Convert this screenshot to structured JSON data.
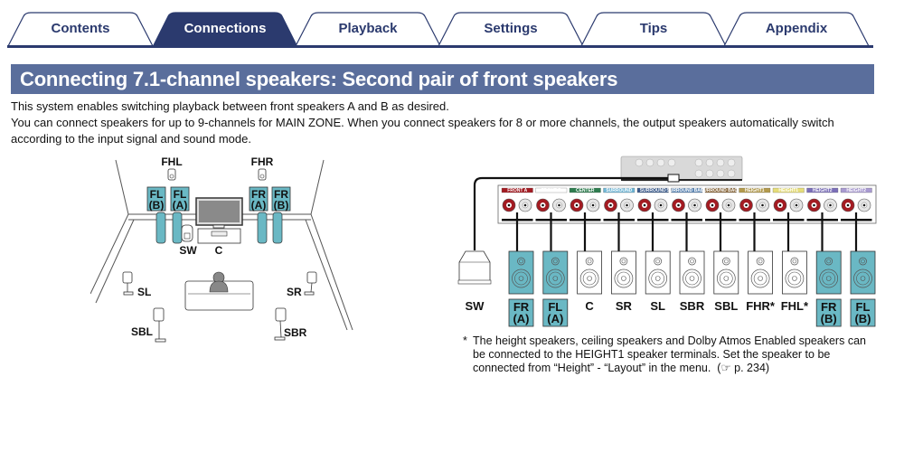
{
  "tabs": [
    {
      "label": "Contents",
      "active": false
    },
    {
      "label": "Connections",
      "active": true
    },
    {
      "label": "Playback",
      "active": false
    },
    {
      "label": "Settings",
      "active": false
    },
    {
      "label": "Tips",
      "active": false
    },
    {
      "label": "Appendix",
      "active": false
    }
  ],
  "page": {
    "title": "Connecting 7.1-channel speakers: Second pair of front speakers",
    "intro_1": "This system enables switching playback between front speakers A and B as desired.",
    "intro_2": "You can connect speakers for up to 9-channels for MAIN ZONE. When you connect speakers for 8 or more channels, the output speakers automatically switch according to the input signal and sound mode."
  },
  "colors": {
    "tab_active": "#2b3a6e",
    "title_bar": "#5a6e9c",
    "speaker_highlight": "#6ab8c4",
    "terminal_red": "#a31b22"
  },
  "room_diagram": {
    "labels": {
      "fhl": "FHL",
      "fhr": "FHR",
      "fl_b_1": "FL",
      "fl_b_2": "(B)",
      "fl_a_1": "FL",
      "fl_a_2": "(A)",
      "fr_a_1": "FR",
      "fr_a_2": "(A)",
      "fr_b_1": "FR",
      "fr_b_2": "(B)",
      "sw": "SW",
      "c": "C",
      "sl": "SL",
      "sr": "SR",
      "sbl": "SBL",
      "sbr": "SBR"
    }
  },
  "panel_diagram": {
    "terminal_groups": [
      {
        "label": "FRONT A",
        "color": "#a31b22"
      },
      {
        "label": "FRONT B",
        "color": "#ffffff"
      },
      {
        "label": "CENTER",
        "color": "#2e7d4f"
      },
      {
        "label": "SURROUND",
        "color": "#6fb6d6"
      },
      {
        "label": "SURROUND",
        "color": "#3a5a8c"
      },
      {
        "label": "SURROUND BACK",
        "color": "#5d87b5"
      },
      {
        "label": "SURROUND BACK",
        "color": "#8c6a3e"
      },
      {
        "label": "HEIGHT1",
        "color": "#b39a4d"
      },
      {
        "label": "HEIGHT1",
        "color": "#e6dd7a"
      },
      {
        "label": "HEIGHT2",
        "color": "#7b6fb8"
      },
      {
        "label": "HEIGHT2",
        "color": "#a99ad1"
      }
    ],
    "speakers": [
      {
        "label": "SW",
        "type": "subwoofer",
        "highlight": false
      },
      {
        "label_1": "FR",
        "label_2": "(A)",
        "highlight": true
      },
      {
        "label_1": "FL",
        "label_2": "(A)",
        "highlight": true
      },
      {
        "label": "C",
        "highlight": false
      },
      {
        "label": "SR",
        "highlight": false
      },
      {
        "label": "SL",
        "highlight": false
      },
      {
        "label": "SBR",
        "highlight": false
      },
      {
        "label": "SBL",
        "highlight": false
      },
      {
        "label": "FHR*",
        "highlight": false
      },
      {
        "label": "FHL*",
        "highlight": false
      },
      {
        "label_1": "FR",
        "label_2": "(B)",
        "highlight": true
      },
      {
        "label_1": "FL",
        "label_2": "(B)",
        "highlight": true
      }
    ]
  },
  "footnote": {
    "star": "*",
    "text": "The height speakers, ceiling speakers and Dolby Atmos Enabled speakers can be connected to the HEIGHT1 speaker terminals. Set the speaker to be connected from “Height” - “Layout” in the menu.",
    "ref_icon": "hand-pointer-icon",
    "ref": "p. 234"
  }
}
